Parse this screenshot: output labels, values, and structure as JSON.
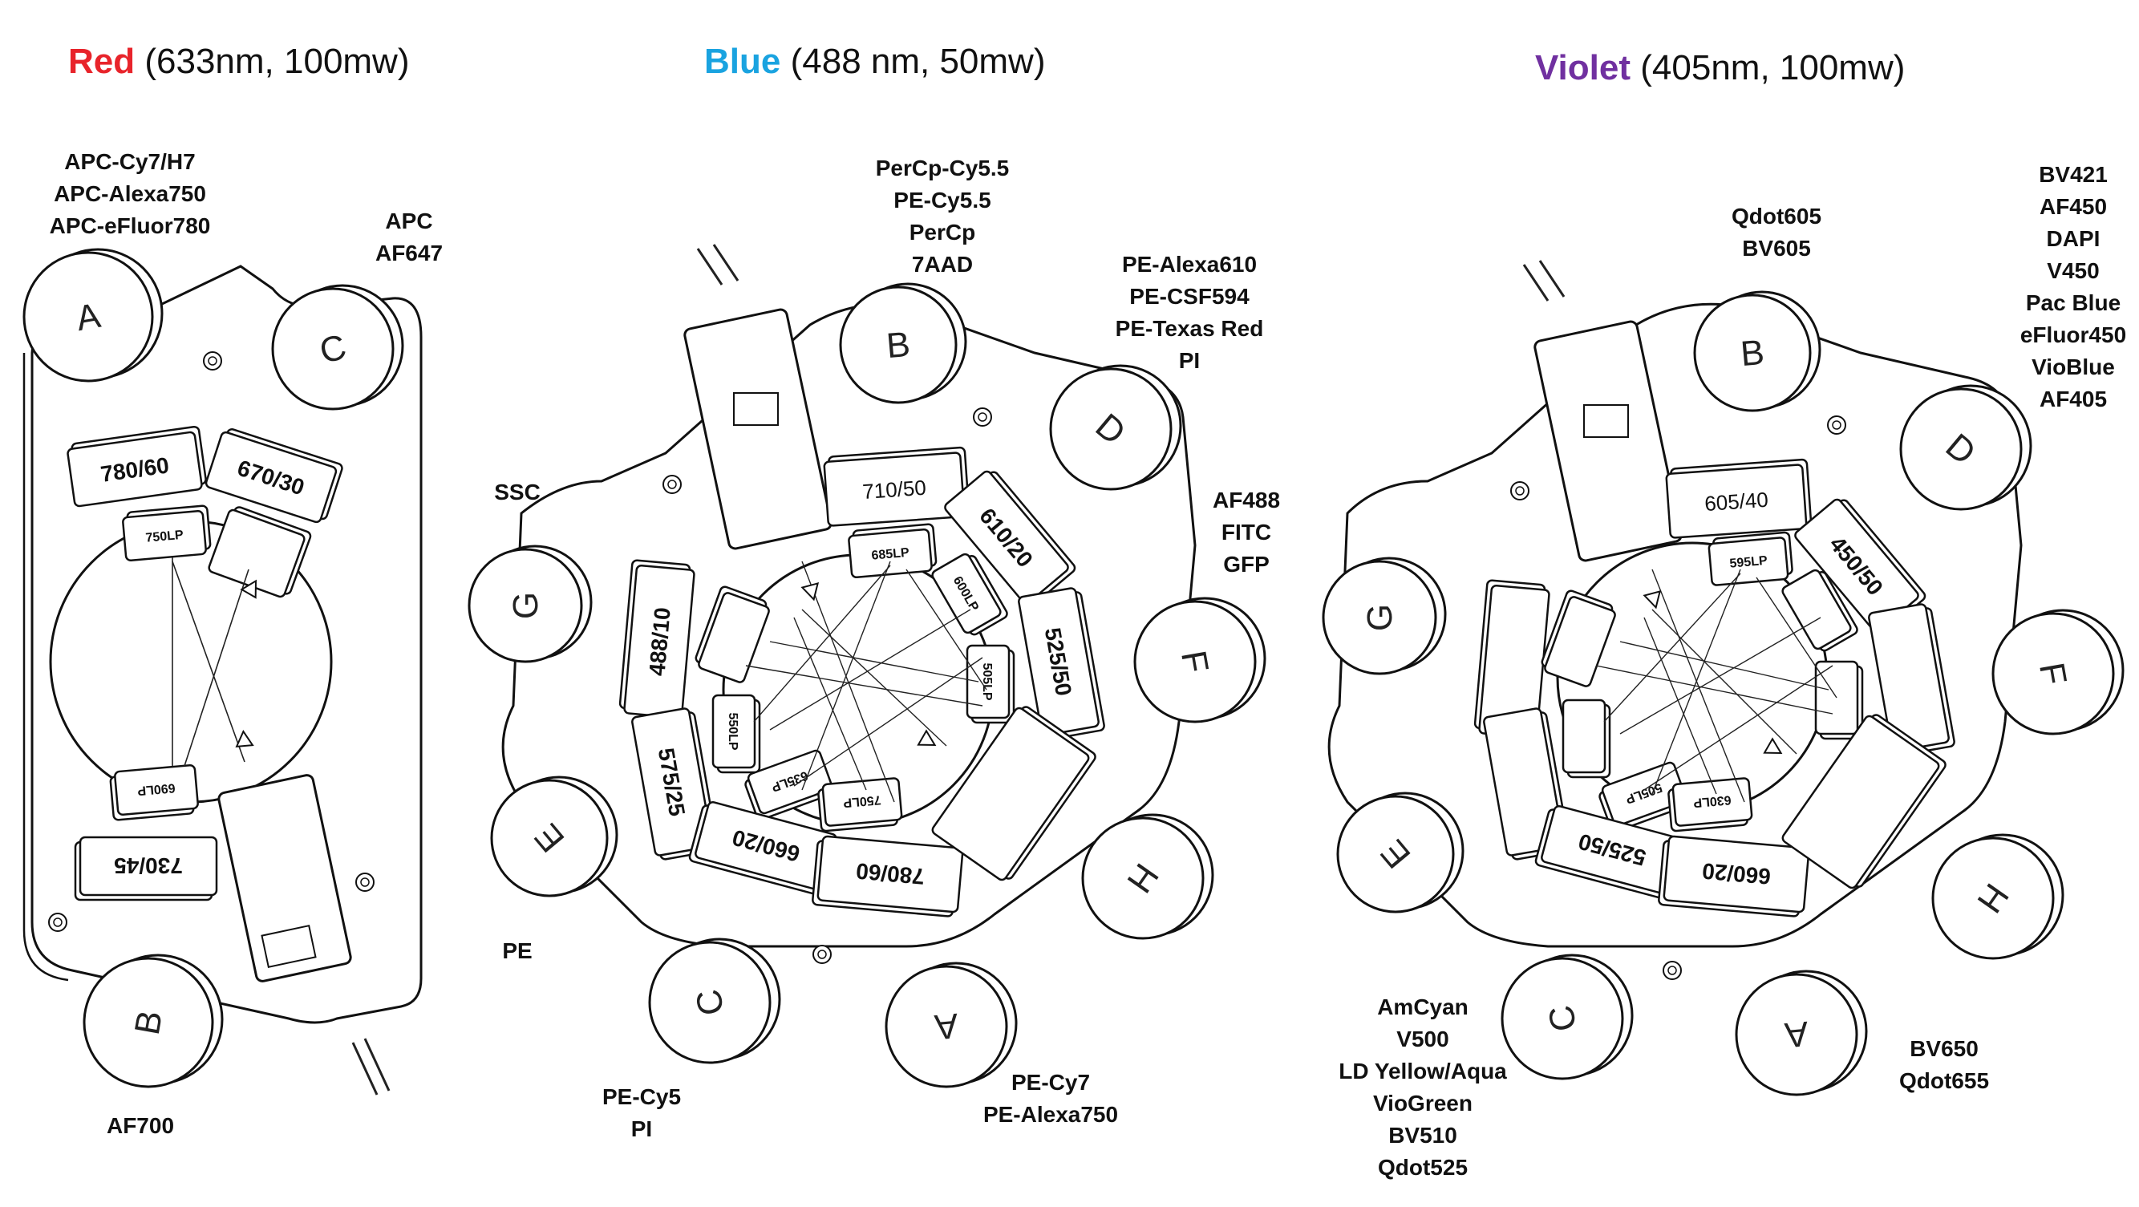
{
  "panels": {
    "red": {
      "color_word": "Red",
      "spec": "(633nm, 100mw)",
      "color": "#e8242b",
      "detectors": [
        "A",
        "B",
        "C"
      ],
      "filters": [
        "780/60",
        "670/30",
        "750LP",
        "690LP",
        "730/45"
      ],
      "labels": {
        "A": "APC-Cy7/H7\nAPC-Alexa750\nAPC-eFluor780",
        "C": "APC\nAF647",
        "B": "AF700"
      }
    },
    "blue": {
      "color_word": "Blue",
      "spec": "(488 nm, 50mw)",
      "color": "#1aa3e0",
      "detectors": [
        "A",
        "B",
        "C",
        "D",
        "E",
        "F",
        "G",
        "H"
      ],
      "filters": [
        "710/50",
        "685LP",
        "610/20",
        "600LP",
        "525/50",
        "505LP",
        "488/10",
        "550LP",
        "575/25",
        "635LP",
        "750LP",
        "660/20",
        "780/60"
      ],
      "labels": {
        "B": "PerCp-Cy5.5\nPE-Cy5.5\nPerCp\n7AAD",
        "D": "PE-Alexa610\nPE-CSF594\nPE-Texas Red\nPI",
        "F": "AF488\nFITC\nGFP",
        "G": "SSC",
        "E": "PE",
        "C": "PE-Cy5\nPI",
        "A": "PE-Cy7\nPE-Alexa750"
      }
    },
    "violet": {
      "color_word": "Violet",
      "spec": "(405nm, 100mw)",
      "color": "#7030a0",
      "detectors": [
        "A",
        "B",
        "C",
        "D",
        "E",
        "F",
        "G",
        "H"
      ],
      "filters": [
        "605/40",
        "595LP",
        "450/50",
        "505LP",
        "630LP",
        "525/50",
        "660/20"
      ],
      "labels": {
        "B": "Qdot605\nBV605",
        "D": "BV421\nAF450\nDAPI\nV450\nPac Blue\neFluor450\nVioBlue\nAF405",
        "C": "AmCyan\nV500\nLD Yellow/Aqua\nVioGreen\nBV510\nQdot525",
        "A": "BV650\nQdot655"
      }
    }
  }
}
